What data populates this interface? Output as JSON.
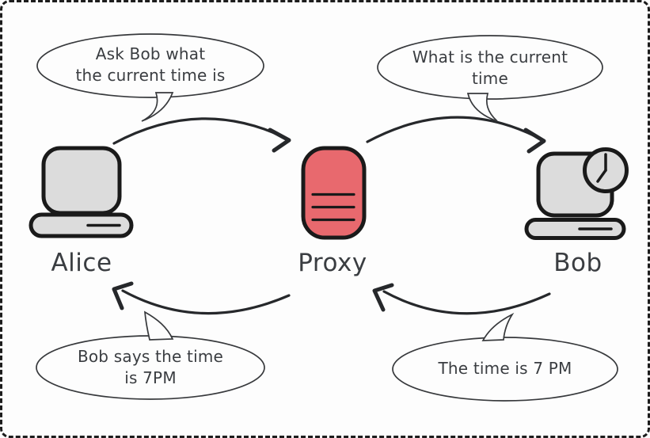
{
  "canvas": {
    "background": "#fdfdfd",
    "border_color": "#1d1d1d"
  },
  "colors": {
    "proxy_fill": "#e8696e",
    "device_fill": "#dcdcdc",
    "outline": "#1a1a1a",
    "arrow": "#26282b",
    "text": "#3a3d41"
  },
  "actors": {
    "alice": "Alice",
    "proxy": "Proxy",
    "bob": "Bob"
  },
  "messages": {
    "alice_to_proxy": {
      "line1": "Ask Bob what",
      "line2": "the current time is"
    },
    "proxy_to_bob": {
      "line1": "What is the current",
      "line2": "time"
    },
    "proxy_to_alice": {
      "line1": "Bob says the time",
      "line2": "is 7PM"
    },
    "bob_to_proxy": {
      "line1": "The time is 7 PM"
    }
  }
}
